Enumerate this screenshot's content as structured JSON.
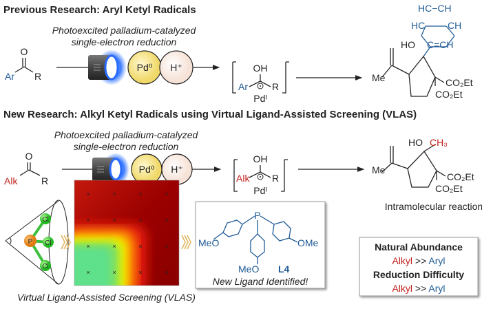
{
  "colors": {
    "aryl": "#1f5a96",
    "alkyl": "#c0211b",
    "lamp_glow": "#3b7bff",
    "pd_circle": "#f6e79a",
    "h_circle": "#fbeee6"
  },
  "top": {
    "title": "Previous Research: Aryl Ketyl Radicals",
    "subtitle_1": "Photoexcited palladium-catalyzed",
    "subtitle_2": "single-electron reduction",
    "ketone": {
      "o": "O",
      "left": "Ar",
      "right": "R"
    },
    "pd": "Pd⁰",
    "h": "H⁺",
    "intermediate": {
      "oh": "OH",
      "left": "Ar",
      "right": "R",
      "pd": "Pdᴵ"
    },
    "product": {
      "me": "Me",
      "ho": "HO",
      "ester_1": "CO₂Et",
      "ester_2": "CO₂Et",
      "ring": [
        "HC−CH",
        "HC",
        "CH",
        "C=CH"
      ]
    }
  },
  "bottom": {
    "title": "New Research: Alkyl Ketyl Radicals using Virtual Ligand-Assisted Screening (VLAS)",
    "subtitle_1": "Photoexcited palladium-catalyzed",
    "subtitle_2": "single-electron reduction",
    "ketone": {
      "o": "O",
      "left": "Alk",
      "right": "R"
    },
    "pd": "Pd⁰",
    "h": "H⁺",
    "intermediate": {
      "oh": "OH",
      "left": "Alk",
      "right": "R",
      "pd": "Pdᴵ"
    },
    "product": {
      "me": "Me",
      "ho": "HO",
      "ch3": "CH₃",
      "ester_1": "CO₂Et",
      "ester_2": "CO₂Et",
      "caption": "Intramolecular reaction"
    },
    "cone": {
      "p": "P",
      "cl": "Cl"
    },
    "vlas_caption": "Virtual Ligand-Assisted Screening (VLAS)",
    "ligand": {
      "meo_1": "MeO",
      "meo_2": "MeO",
      "ome": "OMe",
      "p": "P",
      "name": "L4",
      "caption": "New Ligand Identified!"
    },
    "comparison": {
      "heading_1": "Natural Abundance",
      "left_1": "Alkyl",
      "op_1": " >> ",
      "right_1": "Aryl",
      "heading_2": "Reduction Difficulty",
      "left_2": "Alkyl",
      "op_2": " >> ",
      "right_2": "Aryl"
    }
  }
}
